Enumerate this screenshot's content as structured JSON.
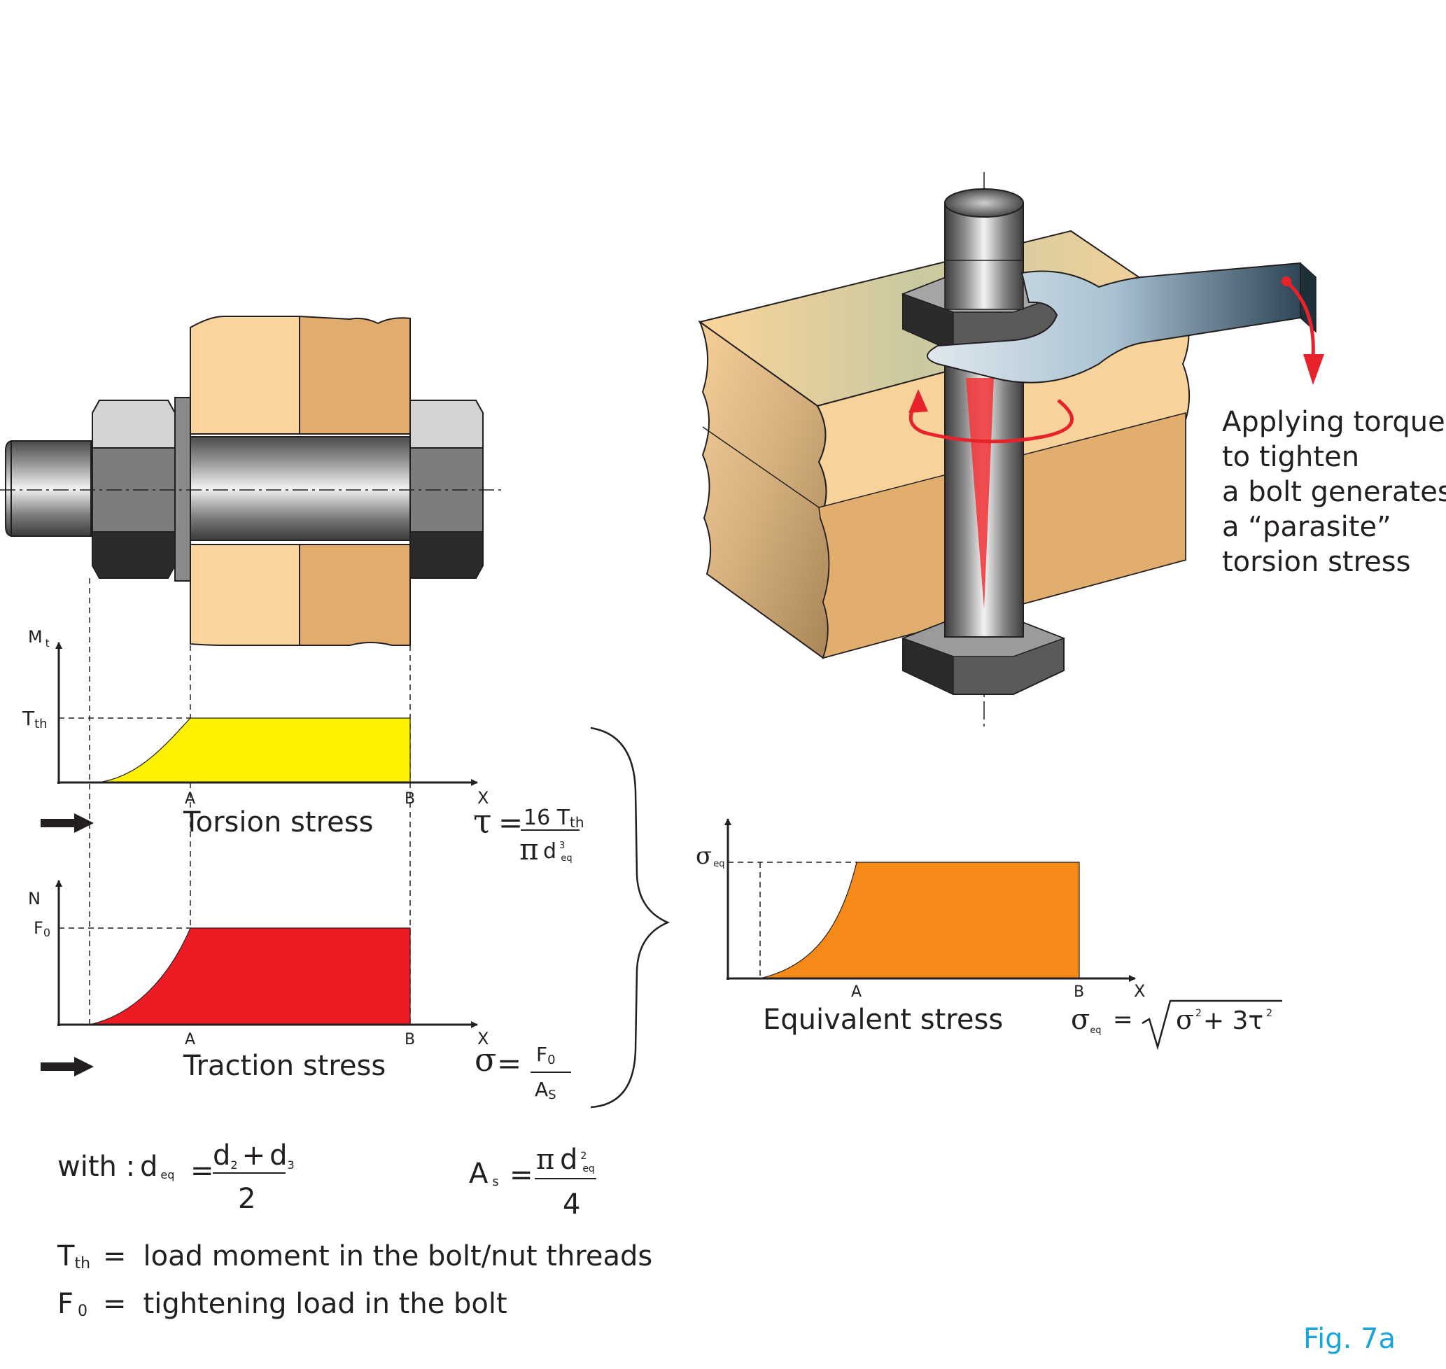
{
  "annotation": {
    "lines": [
      "Applying torque",
      "to tighten",
      "a bolt generates",
      "a “parasite”",
      "torsion stress"
    ]
  },
  "torsion_chart": {
    "ylabel": "M",
    "ylabel_sub": "t",
    "level": "T",
    "level_sub": "th",
    "xlabel": "X",
    "point_a": "A",
    "point_b": "B",
    "caption": "Torsion stress",
    "fill": "#fff200"
  },
  "traction_chart": {
    "ylabel": "N",
    "level": "F",
    "level_sub": "0",
    "xlabel": "X",
    "point_a": "A",
    "point_b": "B",
    "caption": "Traction stress",
    "fill": "#ed1c24"
  },
  "equivalent_chart": {
    "ylabel": "σ",
    "ylabel_sub": "eq",
    "xlabel": "X",
    "point_a": "A",
    "point_b": "B",
    "caption": "Equivalent stress",
    "fill": "#f58a18"
  },
  "formulas": {
    "tau_symbol": "τ",
    "tau_num": "16 T",
    "tau_num_sub": "th",
    "tau_den_pi": "π",
    "tau_den_d": "d",
    "tau_den_sup": "3",
    "tau_den_sub": "eq",
    "sigma_symbol": "σ",
    "sigma_num": "F",
    "sigma_num_sub": "0",
    "sigma_den": "A",
    "sigma_den_sub": "S",
    "eq_lhs": "σ",
    "eq_lhs_sub": "eq",
    "eq_rhs_a": "σ",
    "eq_rhs_plus": "+ 3τ",
    "eq_rhs_sup": "2"
  },
  "definitions": {
    "with_label": "with :",
    "deq_symbol": "d",
    "deq_sub": "eq",
    "deq_num_a": "d",
    "deq_num_a_sub": "2",
    "deq_num_plus": "+",
    "deq_num_b": "d",
    "deq_num_b_sub": "3",
    "deq_den": "2",
    "as_symbol": "A",
    "as_sub": "s",
    "as_num_pi": "π",
    "as_num_d": "d",
    "as_num_sup": "2",
    "as_num_sub": "eq",
    "as_den": "4",
    "tth_symbol": "T",
    "tth_sub": "th",
    "tth_text": "load moment in the bolt/nut threads",
    "f0_symbol": "F",
    "f0_sub": "0",
    "f0_text": "tightening load in the bolt"
  },
  "figure_label": "Fig. 7a"
}
